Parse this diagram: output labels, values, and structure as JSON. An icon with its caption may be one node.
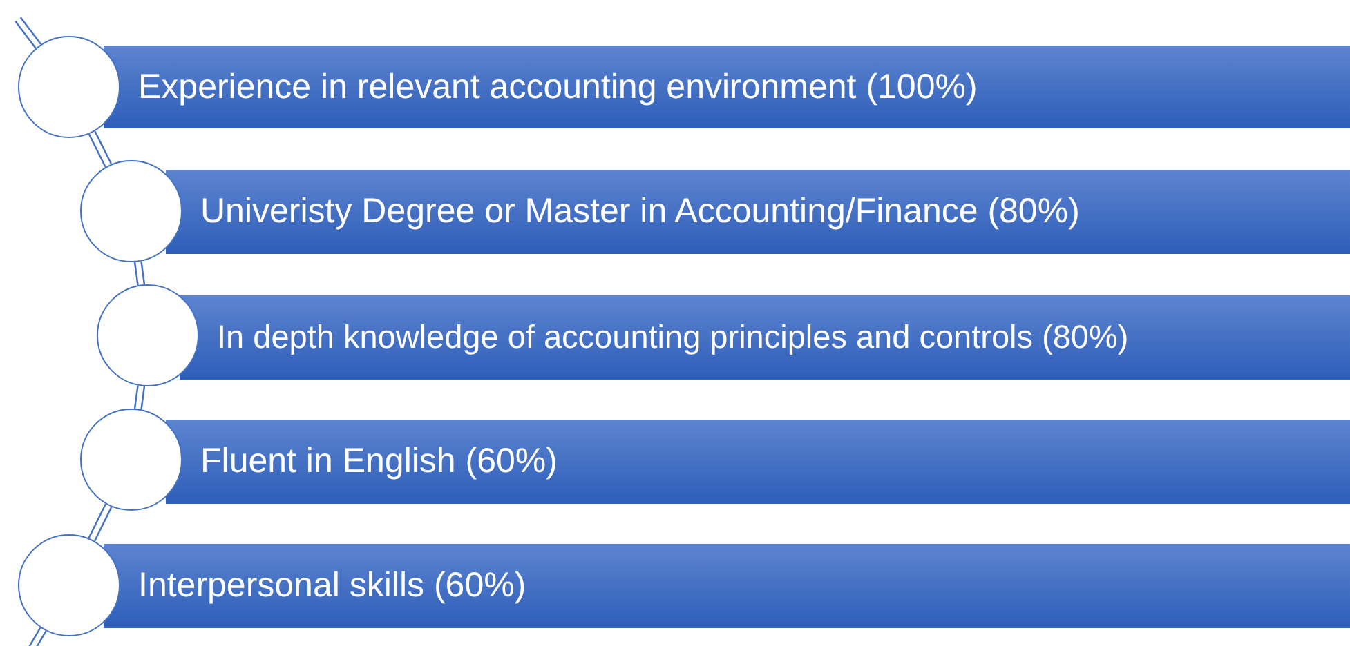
{
  "diagram": {
    "nodes": [
      {
        "text": [
          "Experience in relevant accounting environment (100%)"
        ]
      },
      {
        "text": [],
        "shape": "circle"
      },
      {
        "text": [
          "Univeristy Degree or Master in Accounting/Finance (80%)"
        ]
      },
      {
        "text": [],
        "shape": "circle"
      },
      {
        "text": [
          "In depth knowledge of accounting principles and controls (80%)"
        ]
      },
      {
        "text": [],
        "shape": "circle"
      },
      {
        "text": [
          "Fluent in English (60%)"
        ]
      },
      {
        "text": [],
        "shape": "circle"
      },
      {
        "text": [
          "Interpersonal skills (60%)"
        ]
      },
      {
        "text": [],
        "shape": "circle"
      }
    ],
    "edges": [
      {
        "from": null,
        "to": 1,
        "arrow": "none"
      },
      {
        "from": 1,
        "to": 3,
        "arrow": "none"
      },
      {
        "from": 3,
        "to": 5,
        "arrow": "none"
      },
      {
        "from": 5,
        "to": 7,
        "arrow": "none"
      },
      {
        "from": 7,
        "to": 9,
        "arrow": "none"
      },
      {
        "from": 9,
        "to": null,
        "arrow": "none"
      }
    ]
  }
}
